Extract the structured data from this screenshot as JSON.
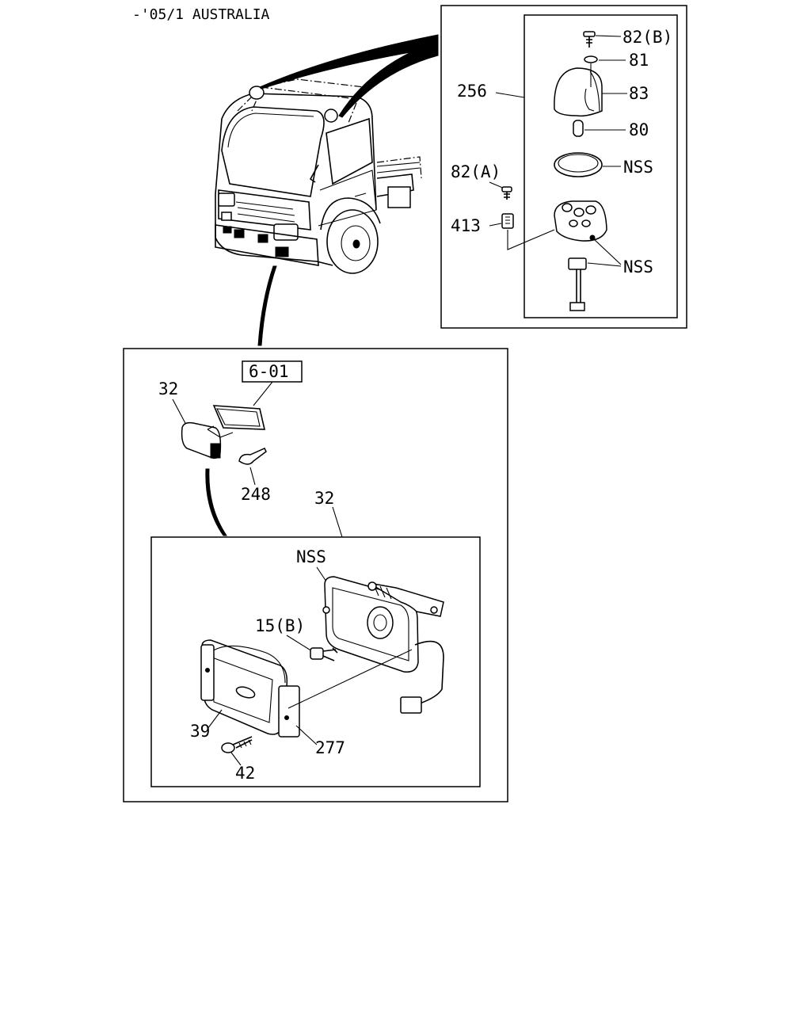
{
  "header": {
    "title": "-'05/1 AUSTRALIA"
  },
  "callouts": {
    "c82b": "82(B)",
    "c81": "81",
    "c83": "83",
    "c80": "80",
    "c256": "256",
    "nss_ring": "NSS",
    "c82a": "82(A)",
    "c413": "413",
    "nss_base": "NSS",
    "ref601": "6-01",
    "c32_small": "32",
    "c248": "248",
    "c32_detail": "32",
    "nss_housing": "NSS",
    "c15b": "15(B)",
    "c39": "39",
    "c277": "277",
    "c42": "42"
  }
}
